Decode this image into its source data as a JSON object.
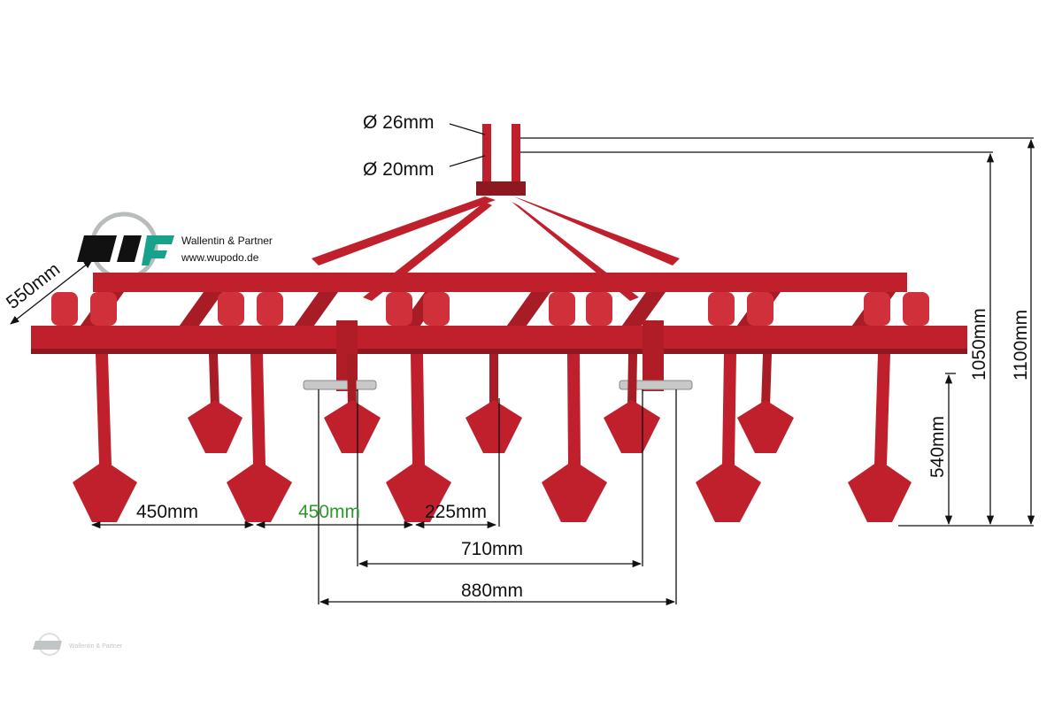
{
  "logo": {
    "company_name": "Wallentin & Partner",
    "website": "www.wupodo.de"
  },
  "watermark": {
    "company_name": "Wallentin & Partner"
  },
  "dimensions": {
    "pin_upper_diameter": "Ø 26mm",
    "pin_lower_diameter": "Ø 20mm",
    "frame_depth": "550mm",
    "tine_spacing_outer": "450mm",
    "tine_spacing_inner": "450mm",
    "tine_offset": "225mm",
    "lower_link_width_inner": "710mm",
    "lower_link_width_outer": "880mm",
    "frame_height": "540mm",
    "mast_height_lower": "1050mm",
    "mast_height_upper": "1100mm"
  },
  "colors": {
    "machine_red": "#c0202b",
    "machine_dark_red": "#8e1820",
    "dimension_line": "#111111",
    "green_label": "#2a9b2a",
    "logo_teal": "#17a28c",
    "logo_grey": "#b9bcbc"
  }
}
